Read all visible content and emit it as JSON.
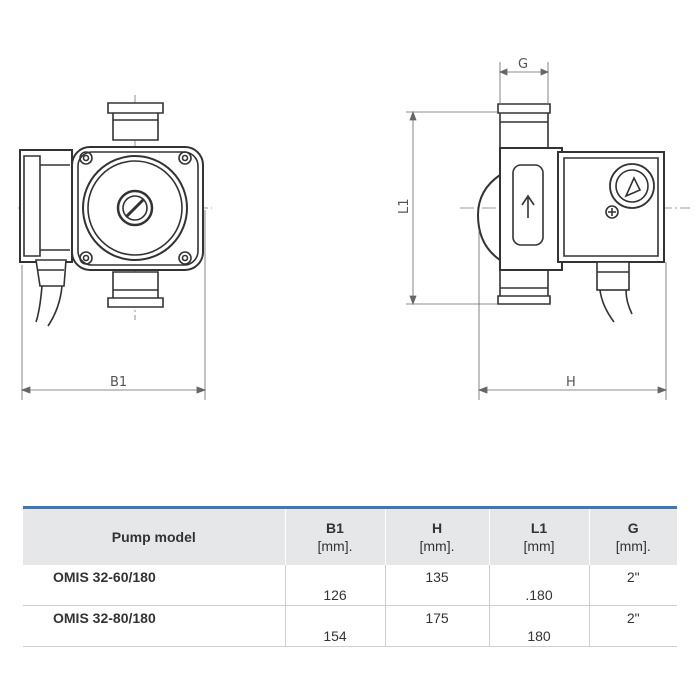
{
  "drawing": {
    "dim_b1": "B1",
    "dim_h": "H",
    "dim_l1": "L1",
    "dim_g": "G"
  },
  "table": {
    "headers": {
      "model": "Pump model",
      "b1": "B1",
      "b1_unit": "[mm].",
      "h": "H",
      "h_unit": "[mm].",
      "l1": "L1",
      "l1_unit": "[mm]",
      "g": "G",
      "g_unit": "[mm]."
    },
    "rows": [
      {
        "model": "OMIS 32-60/180",
        "b1": "126",
        "h": "135",
        "l1": ".180",
        "g": "2\""
      },
      {
        "model": "OMIS 32-80/180",
        "b1": "154",
        "h": "175",
        "l1": "180",
        "g": "2\""
      }
    ]
  },
  "colors": {
    "header_bg": "#e6e7e9",
    "header_accent": "#3e77b9",
    "line": "#333333"
  }
}
